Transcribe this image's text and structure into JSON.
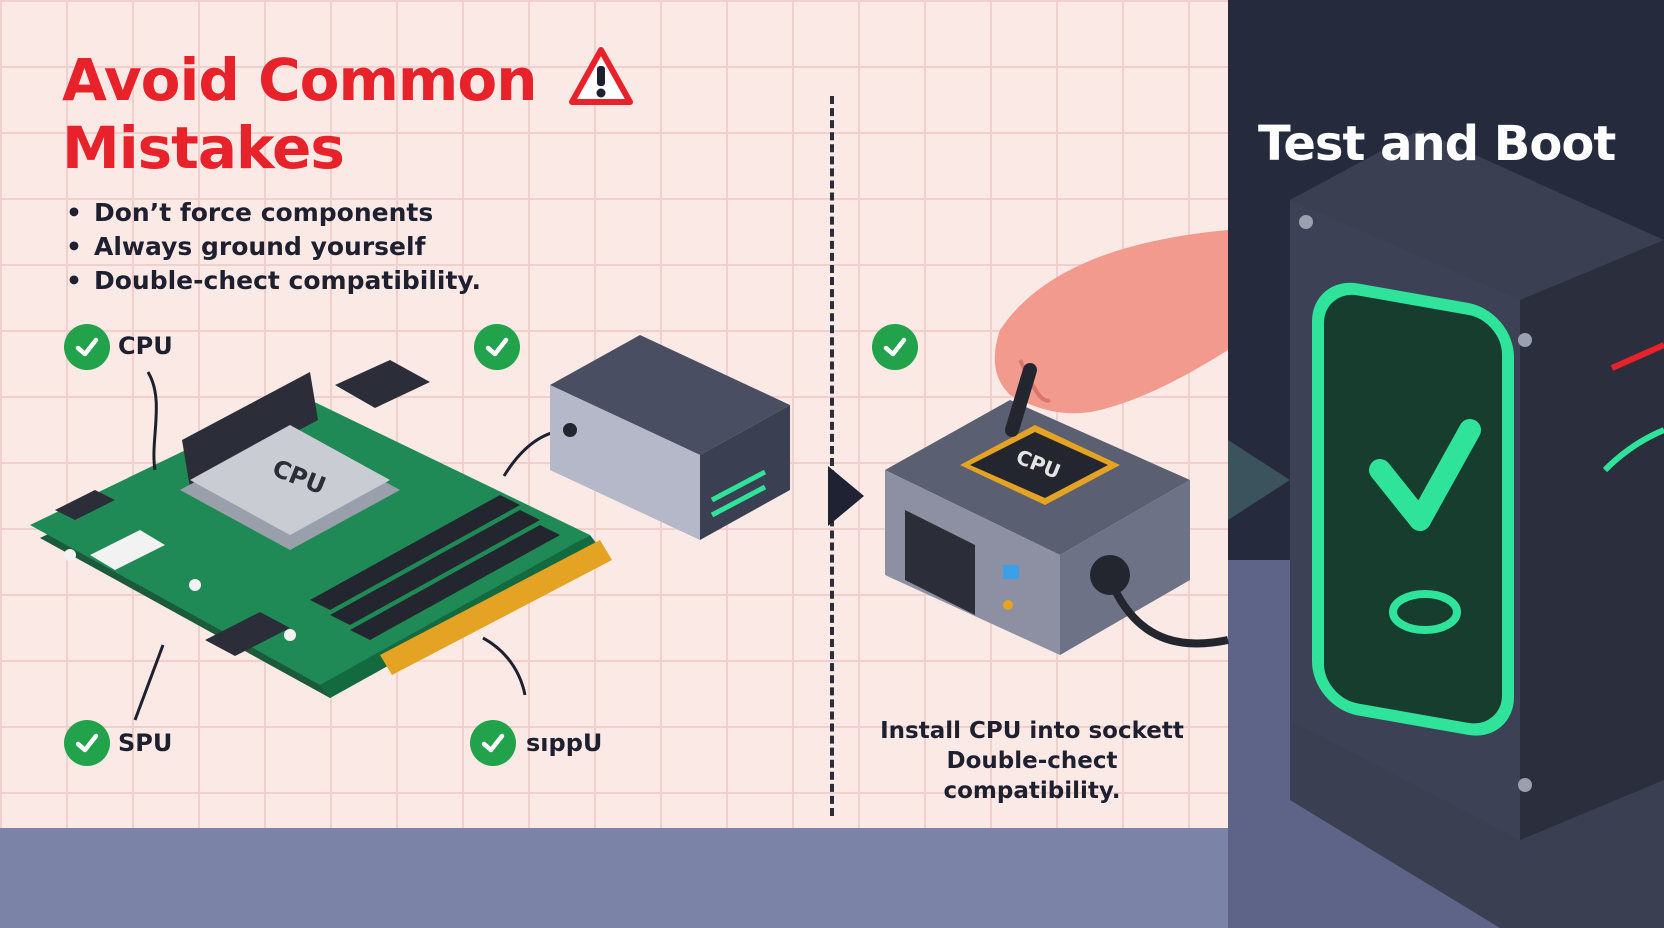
{
  "left": {
    "title": "Avoid Common Mistakes",
    "title_line1": "Avoid Common",
    "title_line2": "Mistakes",
    "bullets": [
      "Don’t force components",
      "Always ground yourself",
      "Double-chect compatibility."
    ],
    "labels": {
      "cpu_label": "CPU",
      "spu_label": "SPU",
      "sippu_label": "sıppU",
      "chip_text": "CPU"
    }
  },
  "middle": {
    "chip_text": "CPU",
    "caption_line1": "Install CPU into sockett",
    "caption_line2": "Double-chect compatibility."
  },
  "right": {
    "title": "Test and Boot"
  },
  "colors": {
    "accent_red": "#e8222a",
    "check_green": "#22a24a",
    "glow_green": "#2fe39a",
    "panel_dark": "#262a3d"
  },
  "icons": [
    "warning-icon",
    "checkmark-icon",
    "play-arrow-icon"
  ]
}
